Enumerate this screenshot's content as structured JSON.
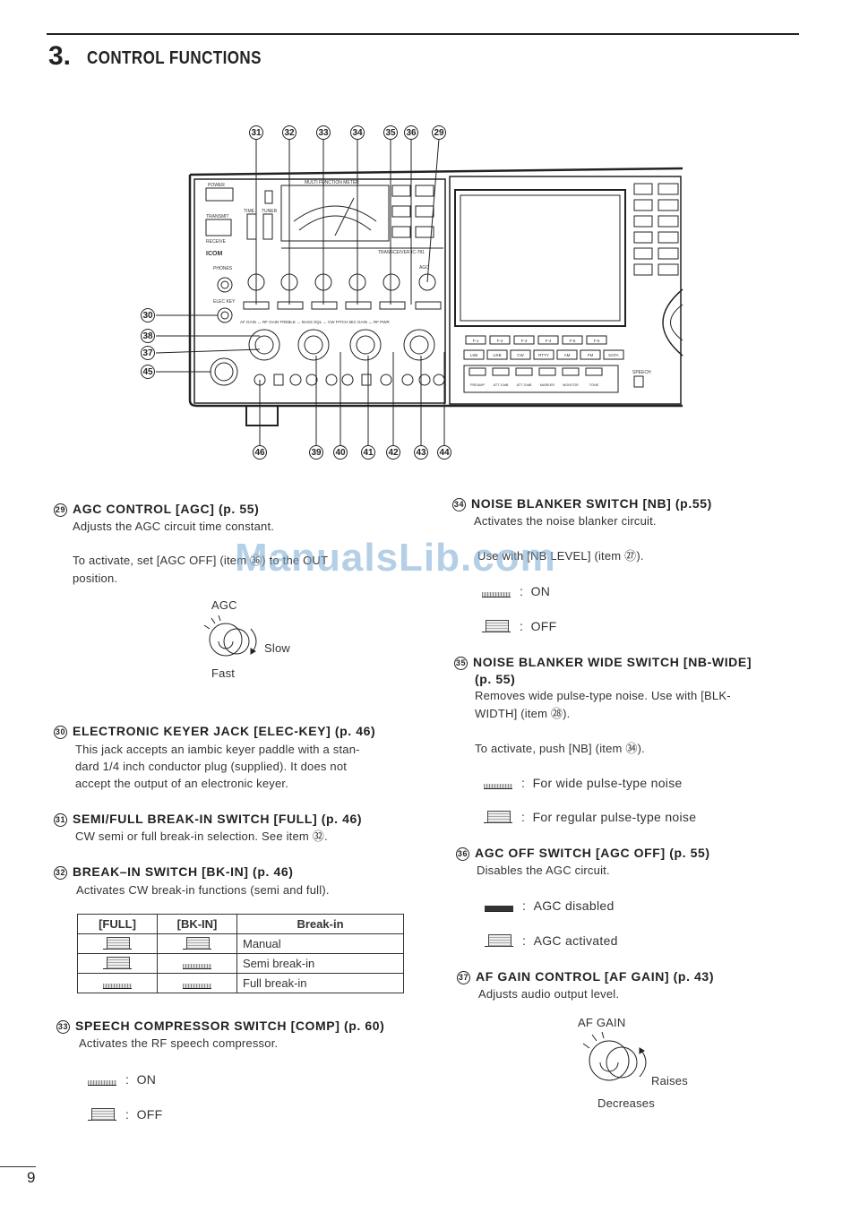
{
  "section": {
    "number": "3.",
    "title": "CONTROL FUNCTIONS"
  },
  "diagram": {
    "top_callouts": [
      "31",
      "32",
      "33",
      "34",
      "35",
      "36",
      "29"
    ],
    "left_callouts": [
      "30",
      "38",
      "37",
      "45"
    ],
    "bottom_callouts": [
      "46",
      "39",
      "40",
      "41",
      "42",
      "43",
      "44"
    ],
    "panel_labels": {
      "power": "POWER",
      "transmit": "TRANSMIT",
      "receive": "RECEIVE",
      "time": "TIME",
      "tuner": "TUNER",
      "meter": "MULTI FUNCTION METER",
      "model": "TRANSCEIVER IC-781",
      "brand": "ICOM",
      "phones": "PHONES",
      "elec_key": "ELEC KEY",
      "agc": "AGC",
      "speech": "SPEECH",
      "knob_row1": "AF GAIN ↔ RF GAIN   TREBLE ↔ BASS   SQL ↔ CW PITCH  MIC GAIN ↔ RF PWR",
      "mode_buttons": [
        "LSB",
        "USB",
        "CW",
        "RTTY",
        "AM",
        "FM",
        "DATA"
      ],
      "f_keys": [
        "F-1",
        "F-2",
        "F-3",
        "F-4",
        "F-5",
        "F-6"
      ],
      "lower_buttons": [
        "PREAMP",
        "ATT 10dB",
        "ATT 20dB",
        "MARKER",
        "MONITOR",
        "TONE"
      ]
    }
  },
  "items": {
    "i29": {
      "num": "29",
      "head": "AGC CONTROL [AGC] (p. 55)",
      "desc1": "Adjusts the AGC circuit time constant.",
      "desc2a": "To activate, set [AGC OFF] (item ㊱) to the OUT",
      "desc2b": "position.",
      "fig_title": "AGC",
      "fig_slow": "Slow",
      "fig_fast": "Fast"
    },
    "i30": {
      "num": "30",
      "head": "ELECTRONIC KEYER JACK [ELEC-KEY] (p. 46)",
      "desc": [
        "This jack accepts an iambic keyer paddle with a stan-",
        "dard 1/4 inch conductor plug (supplied). It does not",
        "accept the output of an electronic keyer."
      ]
    },
    "i31": {
      "num": "31",
      "head": "SEMI/FULL BREAK-IN SWITCH [FULL] (p. 46)",
      "desc": "CW semi or full break-in selection. See item ㉜."
    },
    "i32": {
      "num": "32",
      "head": "BREAK–IN SWITCH [BK-IN] (p. 46)",
      "desc": "Activates CW break-in functions (semi and full).",
      "table_head": [
        "[FULL]",
        "[BK-IN]",
        "Break-in"
      ],
      "table_rows": [
        "Manual",
        "Semi break-in",
        "Full break-in"
      ]
    },
    "i33": {
      "num": "33",
      "head": "SPEECH COMPRESSOR SWITCH [COMP] (p. 60)",
      "desc": "Activates the RF speech compressor.",
      "on": "ON",
      "off": "OFF"
    },
    "i34": {
      "num": "34",
      "head": "NOISE BLANKER SWITCH [NB] (p.55)",
      "desc1": "Activates the noise blanker circuit.",
      "desc2": "Use with [NB LEVEL] (item ㉗).",
      "on": "ON",
      "off": "OFF"
    },
    "i35": {
      "num": "35",
      "head": "NOISE BLANKER WIDE SWITCH [NB-WIDE]",
      "head2": "(p. 55)",
      "desc": [
        "Removes wide pulse-type noise. Use with [BLK-",
        "WIDTH] (item ㉘)."
      ],
      "desc2": "To activate, push [NB] (item ㉞).",
      "wide": "For wide pulse-type noise",
      "regular": "For regular pulse-type noise"
    },
    "i36": {
      "num": "36",
      "head": "AGC OFF SWITCH [AGC OFF] (p. 55)",
      "desc": "Disables the AGC circuit.",
      "disabled": "AGC disabled",
      "activated": "AGC activated"
    },
    "i37": {
      "num": "37",
      "head": "AF GAIN CONTROL [AF GAIN] (p. 43)",
      "desc": "Adjusts audio output level.",
      "fig_title": "AF GAIN",
      "fig_raises": "Raises",
      "fig_decreases": "Decreases"
    }
  },
  "watermark": "ManualsLib.com",
  "page_number": "9"
}
